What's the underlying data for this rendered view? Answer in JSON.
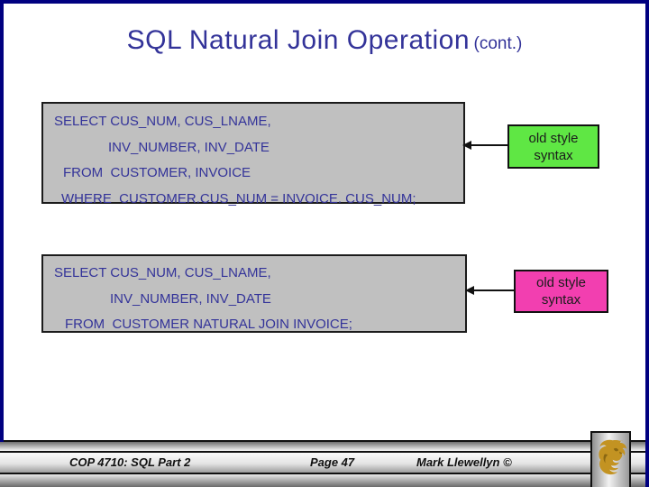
{
  "slide": {
    "title": "SQL Natural Join Operation",
    "title_suffix": "(cont.)"
  },
  "code_box_1": {
    "lines": [
      "SELECT CUS_NUM, CUS_LNAME,",
      "INV_NUMBER, INV_DATE",
      "FROM  CUSTOMER, INVOICE",
      "WHERE  CUSTOMER.CUS_NUM = INVOICE. CUS_NUM;"
    ]
  },
  "code_box_2": {
    "lines": [
      "SELECT CUS_NUM, CUS_LNAME,",
      "INV_NUMBER, INV_DATE",
      "FROM  CUSTOMER NATURAL JOIN INVOICE;"
    ]
  },
  "callout_1": {
    "line1": "old style",
    "line2": "syntax",
    "color": "#5fe744"
  },
  "callout_2": {
    "line1": "old style",
    "line2": "syntax",
    "color": "#f23fb0"
  },
  "footer": {
    "course": "COP 4710: SQL Part 2",
    "page": "Page 47",
    "author": "Mark Llewellyn ©"
  },
  "icons": {
    "logo": "pegasus-logo"
  },
  "colors": {
    "title_text": "#333399",
    "code_text": "#333399",
    "box_fill": "#c0c0c0",
    "frame_navy": "#000080",
    "callout_green": "#5fe744",
    "callout_magenta": "#f23fb0",
    "logo_gold": "#c39322"
  }
}
